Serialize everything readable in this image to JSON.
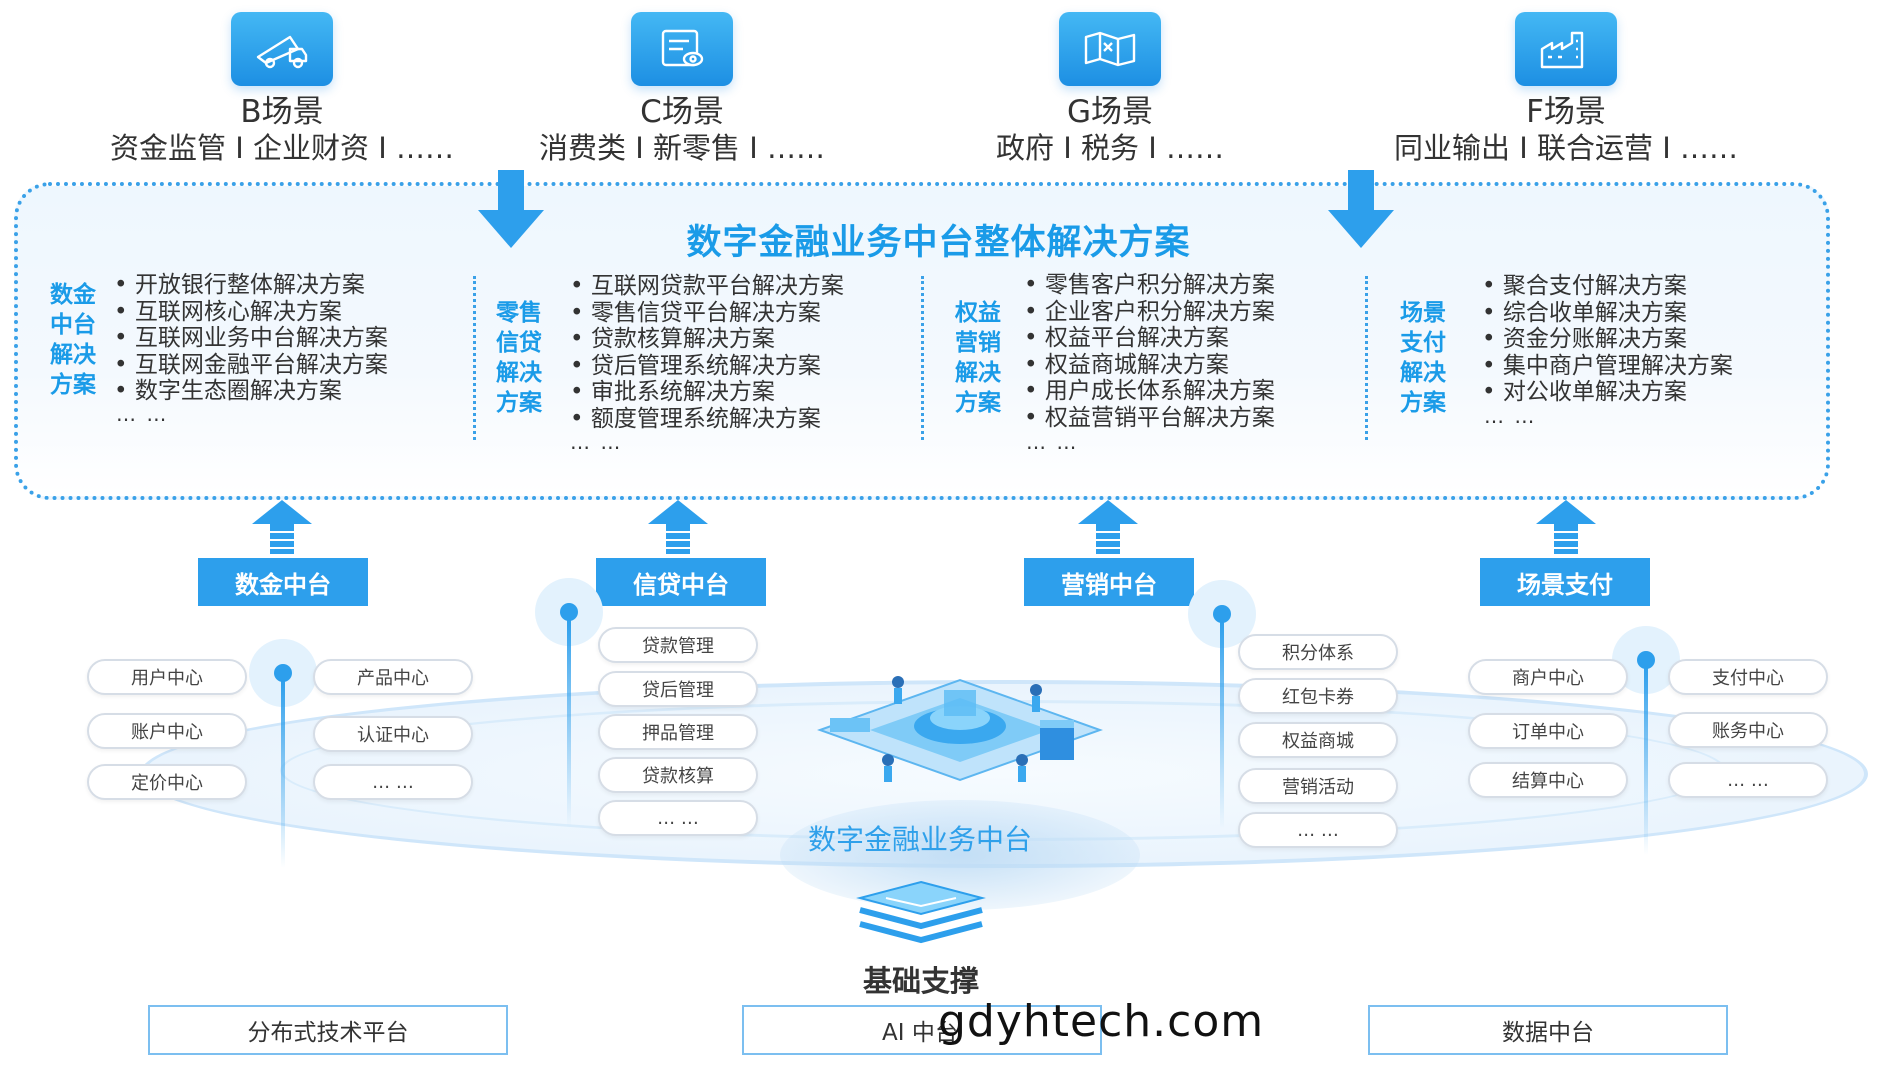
{
  "scenarios": [
    {
      "title": "B场景",
      "sub": "资金监管 I 企业财资 I ……",
      "icon": "delivery-truck-icon"
    },
    {
      "title": "C场景",
      "sub": "消费类 I 新零售 I ……",
      "icon": "card-document-icon"
    },
    {
      "title": "G场景",
      "sub": "政府 I 税务 I ……",
      "icon": "map-icon"
    },
    {
      "title": "F场景",
      "sub": "同业输出 I 联合运营 I ……",
      "icon": "factory-icon"
    }
  ],
  "solution": {
    "title": "数字金融业务中台整体解决方案",
    "columns": [
      {
        "label": [
          "数金",
          "中台",
          "解决",
          "方案"
        ],
        "items": [
          "开放银行整体解决方案",
          "互联网核心解决方案",
          "互联网业务中台解决方案",
          "互联网金融平台解决方案",
          "数字生态圈解决方案"
        ],
        "more": "… …"
      },
      {
        "label": [
          "零售",
          "信贷",
          "解决",
          "方案"
        ],
        "items": [
          "互联网贷款平台解决方案",
          "零售信贷平台解决方案",
          "贷款核算解决方案",
          "贷后管理系统解决方案",
          "审批系统解决方案",
          "额度管理系统解决方案"
        ],
        "more": "… …"
      },
      {
        "label": [
          "权益",
          "营销",
          "解决",
          "方案"
        ],
        "items": [
          "零售客户积分解决方案",
          "企业客户积分解决方案",
          "权益平台解决方案",
          "权益商城解决方案",
          "用户成长体系解决方案",
          "权益营销平台解决方案"
        ],
        "more": "… …"
      },
      {
        "label": [
          "场景",
          "支付",
          "解决",
          "方案"
        ],
        "items": [
          "聚合支付解决方案",
          "综合收单解决方案",
          "资金分账解决方案",
          "集中商户管理解决方案",
          "对公收单解决方案"
        ],
        "more": "… …"
      }
    ]
  },
  "platforms": [
    {
      "label": "数金中台"
    },
    {
      "label": "信贷中台"
    },
    {
      "label": "营销中台"
    },
    {
      "label": "场景支付"
    }
  ],
  "modules": {
    "shujin_left": [
      "用户中心",
      "账户中心",
      "定价中心"
    ],
    "shujin_right": [
      "产品中心",
      "认证中心",
      "… …"
    ],
    "xindai": [
      "贷款管理",
      "贷后管理",
      "押品管理",
      "贷款核算",
      "… …"
    ],
    "yingxiao": [
      "积分体系",
      "红包卡券",
      "权益商城",
      "营销活动",
      "… …"
    ],
    "zhifu_left": [
      "商户中心",
      "订单中心",
      "结算中心"
    ],
    "zhifu_right": [
      "支付中心",
      "账务中心",
      "… …"
    ]
  },
  "center_label": "数字金融业务中台",
  "base": {
    "title": "基础支撑",
    "boxes": [
      "分布式技术平台",
      "AI 中台",
      "数据中台"
    ]
  },
  "watermark": "gdyhtech.com",
  "colors": {
    "accent": "#1a9be8",
    "label_bg": "#2d9fec",
    "border": "#3aa1e8"
  }
}
